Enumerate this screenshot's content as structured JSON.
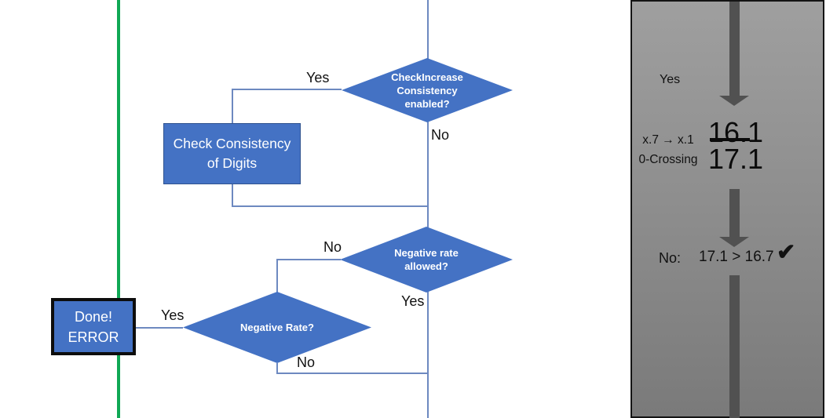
{
  "colors": {
    "shape_blue": "#4472C4",
    "shape_border": "#2F528F",
    "connector_blue": "#6d89c0",
    "green_line": "#10A855",
    "arrow_gray": "#515151",
    "panel_border": "#141414",
    "text_dark": "#111111"
  },
  "flowchart": {
    "decision_check_increase": {
      "label": "CheckIncrease\nConsistency\nenabled?",
      "yes_label": "Yes",
      "no_label": "No"
    },
    "process_check_consistency": {
      "label": "Check Consistency\nof Digits"
    },
    "decision_negative_rate_allowed": {
      "label": "Negative rate\nallowed?",
      "no_label": "No",
      "yes_label": "Yes"
    },
    "decision_negative_rate": {
      "label": "Negative Rate?",
      "yes_label": "Yes",
      "no_label": "No"
    },
    "terminal_done_error": {
      "label": "Done!\nERROR"
    }
  },
  "panel": {
    "yes_label": "Yes",
    "crossing_note_line1": "x.7 → x.1",
    "crossing_note_line2": "0-Crossing",
    "value_struck": "16.1",
    "value_corrected": "17.1",
    "no_label": "No:",
    "comparison": "17.1 > 16.7",
    "check_icon": "✔"
  }
}
